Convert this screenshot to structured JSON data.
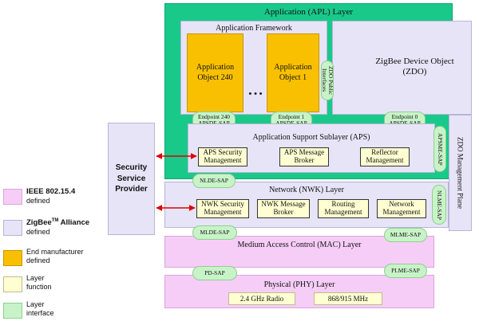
{
  "apl_title": "Application (APL) Layer",
  "app_framework_title": "Application Framework",
  "app_obj_240": "Application Object 240",
  "app_obj_1": "Application Object 1",
  "ellipsis": "• • •",
  "zdo_public": "ZDO Public Interfaces",
  "zdo_title": "ZigBee Device Object (ZDO)",
  "ep240": "Endpoint 240",
  "ep240_sap": "APSDE-SAP",
  "ep1": "Endpoint 1",
  "ep1_sap": "APSDE-SAP",
  "ep0": "Endpoint 0",
  "ep0_sap": "APSDE-SAP",
  "aps_title": "Application Support Sublayer (APS)",
  "aps_security": "APS Security Management",
  "aps_message": "APS Message Broker",
  "reflector": "Reflector Management",
  "apsme_sap": "APSME-SAP",
  "zdo_mgmt": "ZDO Management Plane",
  "nlde_sap": "NLDE-SAP",
  "nwk_title": "Network (NWK) Layer",
  "nwk_security": "NWK Security Management",
  "nwk_message": "NWK Message Broker",
  "routing": "Routing Management",
  "network_mgmt": "Network Management",
  "nlme_sap": "NLME-SAP",
  "mlde_sap": "MLDE-SAP",
  "mac_title": "Medium Access Control (MAC) Layer",
  "mlme_sap": "MLME-SAP",
  "pd_sap": "PD-SAP",
  "plme_sap": "PLME-SAP",
  "phy_title": "Physical (PHY) Layer",
  "radio_24": "2.4 GHz Radio",
  "radio_868": "868/915 MHz",
  "ssp": "Security Service Provider",
  "legend": {
    "ieee_title": "IEEE 802.15.4",
    "ieee_sub": "defined",
    "zigbee_title": "ZigBee",
    "zigbee_tm": "TM",
    "zigbee_rest": " Alliance",
    "zigbee_sub": "defined",
    "end_line1": "End manufacturer",
    "end_line2": "defined",
    "layer_fn_1": "Layer",
    "layer_fn_2": "function",
    "layer_if_1": "Layer",
    "layer_if_2": "interface"
  },
  "colors": {
    "apl_green": "#19c98a",
    "zigbee_lavender": "#e7e4f7",
    "ieee_pink": "#f6cdf6",
    "layer_function_yellow": "#fefed2",
    "end_manufacturer_orange": "#f8c000",
    "interface_green": "#c8f3c8",
    "arrow_red": "#e00000"
  }
}
